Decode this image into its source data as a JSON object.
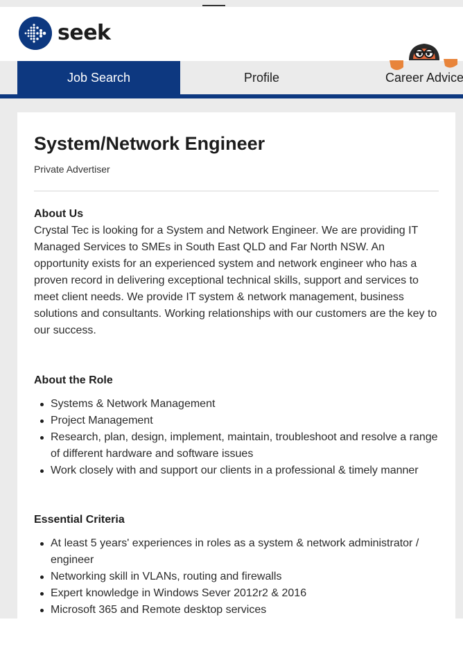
{
  "brand": {
    "name": "seek",
    "color": "#0d3880"
  },
  "tabs": [
    {
      "label": "Job Search",
      "active": true
    },
    {
      "label": "Profile",
      "active": false
    },
    {
      "label": "Career Advice",
      "active": false
    }
  ],
  "job": {
    "title": "System/Network Engineer",
    "advertiser": "Private Advertiser"
  },
  "sections": {
    "about_us": {
      "heading": "About Us",
      "text": "Crystal Tec is looking for a System and Network Engineer. We are providing IT Managed Services to SMEs in South East QLD and Far North NSW. An opportunity exists for an experienced system and network engineer who has a proven record in delivering exceptional technical skills, support and services to meet client needs. We provide IT system & network management, business solutions and consultants. Working relationships with our customers are the key to our success."
    },
    "about_role": {
      "heading": "About the Role",
      "items": [
        "Systems & Network Management",
        "Project Management",
        "Research, plan, design, implement, maintain, troubleshoot and resolve a range of different hardware and software issues",
        "Work closely with and support our clients in a professional & timely manner"
      ]
    },
    "criteria": {
      "heading": "Essential Criteria",
      "items": [
        "At least 5 years' experiences in roles as a system & network administrator / engineer",
        "Networking skill in VLANs, routing and firewalls",
        "Expert knowledge in Windows Sever 2012r2 & 2016",
        "Microsoft 365 and Remote desktop services"
      ]
    }
  },
  "icons": {
    "logo": "seek-logo-icon",
    "mascot": "peeking-mascot-icon"
  }
}
